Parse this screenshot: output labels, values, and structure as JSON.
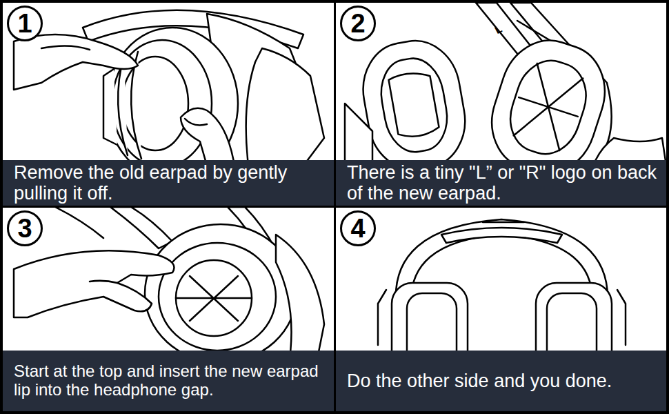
{
  "diagram": {
    "nodes": [
      {
        "text": [
          "1"
        ]
      },
      {
        "text": [
          "Remove the old earpad by gently pulling it off."
        ]
      },
      {
        "text": [
          "2"
        ]
      },
      {
        "text": [
          "There is a tiny \"L” or \"R\" logo on back of the new earpad."
        ]
      },
      {
        "text": [
          "3"
        ]
      },
      {
        "text": [
          "Start at the top and insert the new earpad lip into the headphone gap."
        ]
      },
      {
        "text": [
          "4"
        ]
      },
      {
        "text": [
          "Do the other side and you done."
        ]
      }
    ],
    "labels": [
      "L"
    ]
  }
}
